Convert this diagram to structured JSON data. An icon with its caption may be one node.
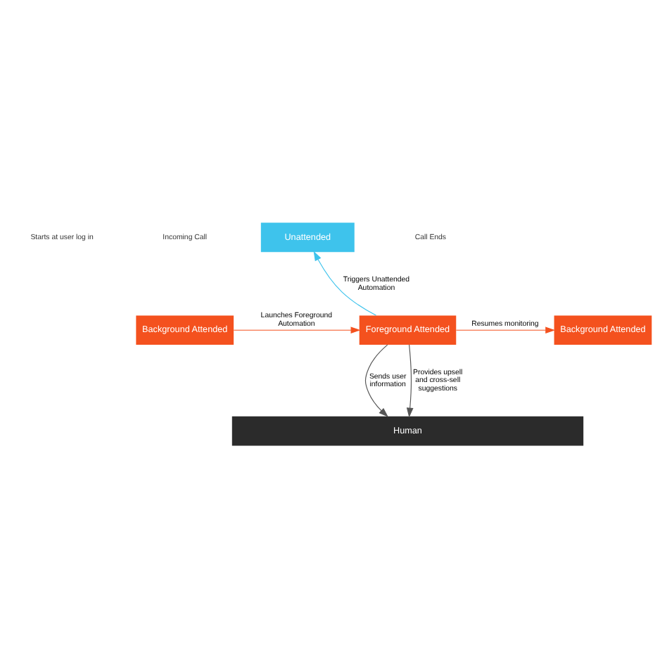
{
  "diagram": {
    "nodes": [
      {
        "text": [
          "Background Attended"
        ]
      },
      {
        "text": [
          "Foreground Attended"
        ]
      },
      {
        "text": [
          "Unattended"
        ]
      },
      {
        "text": [
          "Background Attended"
        ]
      },
      {
        "text": [
          "Human"
        ]
      }
    ],
    "edges": [
      {
        "from": 0,
        "to": 1,
        "arrow": "to",
        "label": "Launches Foreground Automation",
        "color": "#f4511e"
      },
      {
        "from": 1,
        "to": 2,
        "arrow": "to",
        "label": "Triggers Unattended Automation",
        "color": "#3ec3ec"
      },
      {
        "from": 1,
        "to": 3,
        "arrow": "to",
        "label": "Resumes monitoring",
        "color": "#f4511e"
      },
      {
        "from": 1,
        "to": 4,
        "arrow": "to",
        "label": "Sends user information",
        "color": "#555555"
      },
      {
        "from": 1,
        "to": 4,
        "arrow": "to",
        "label": "Provides upsell and cross-sell suggestions",
        "color": "#555555"
      }
    ],
    "labels": [
      "Starts at user log in",
      "Incoming Call",
      "Call Ends"
    ]
  }
}
